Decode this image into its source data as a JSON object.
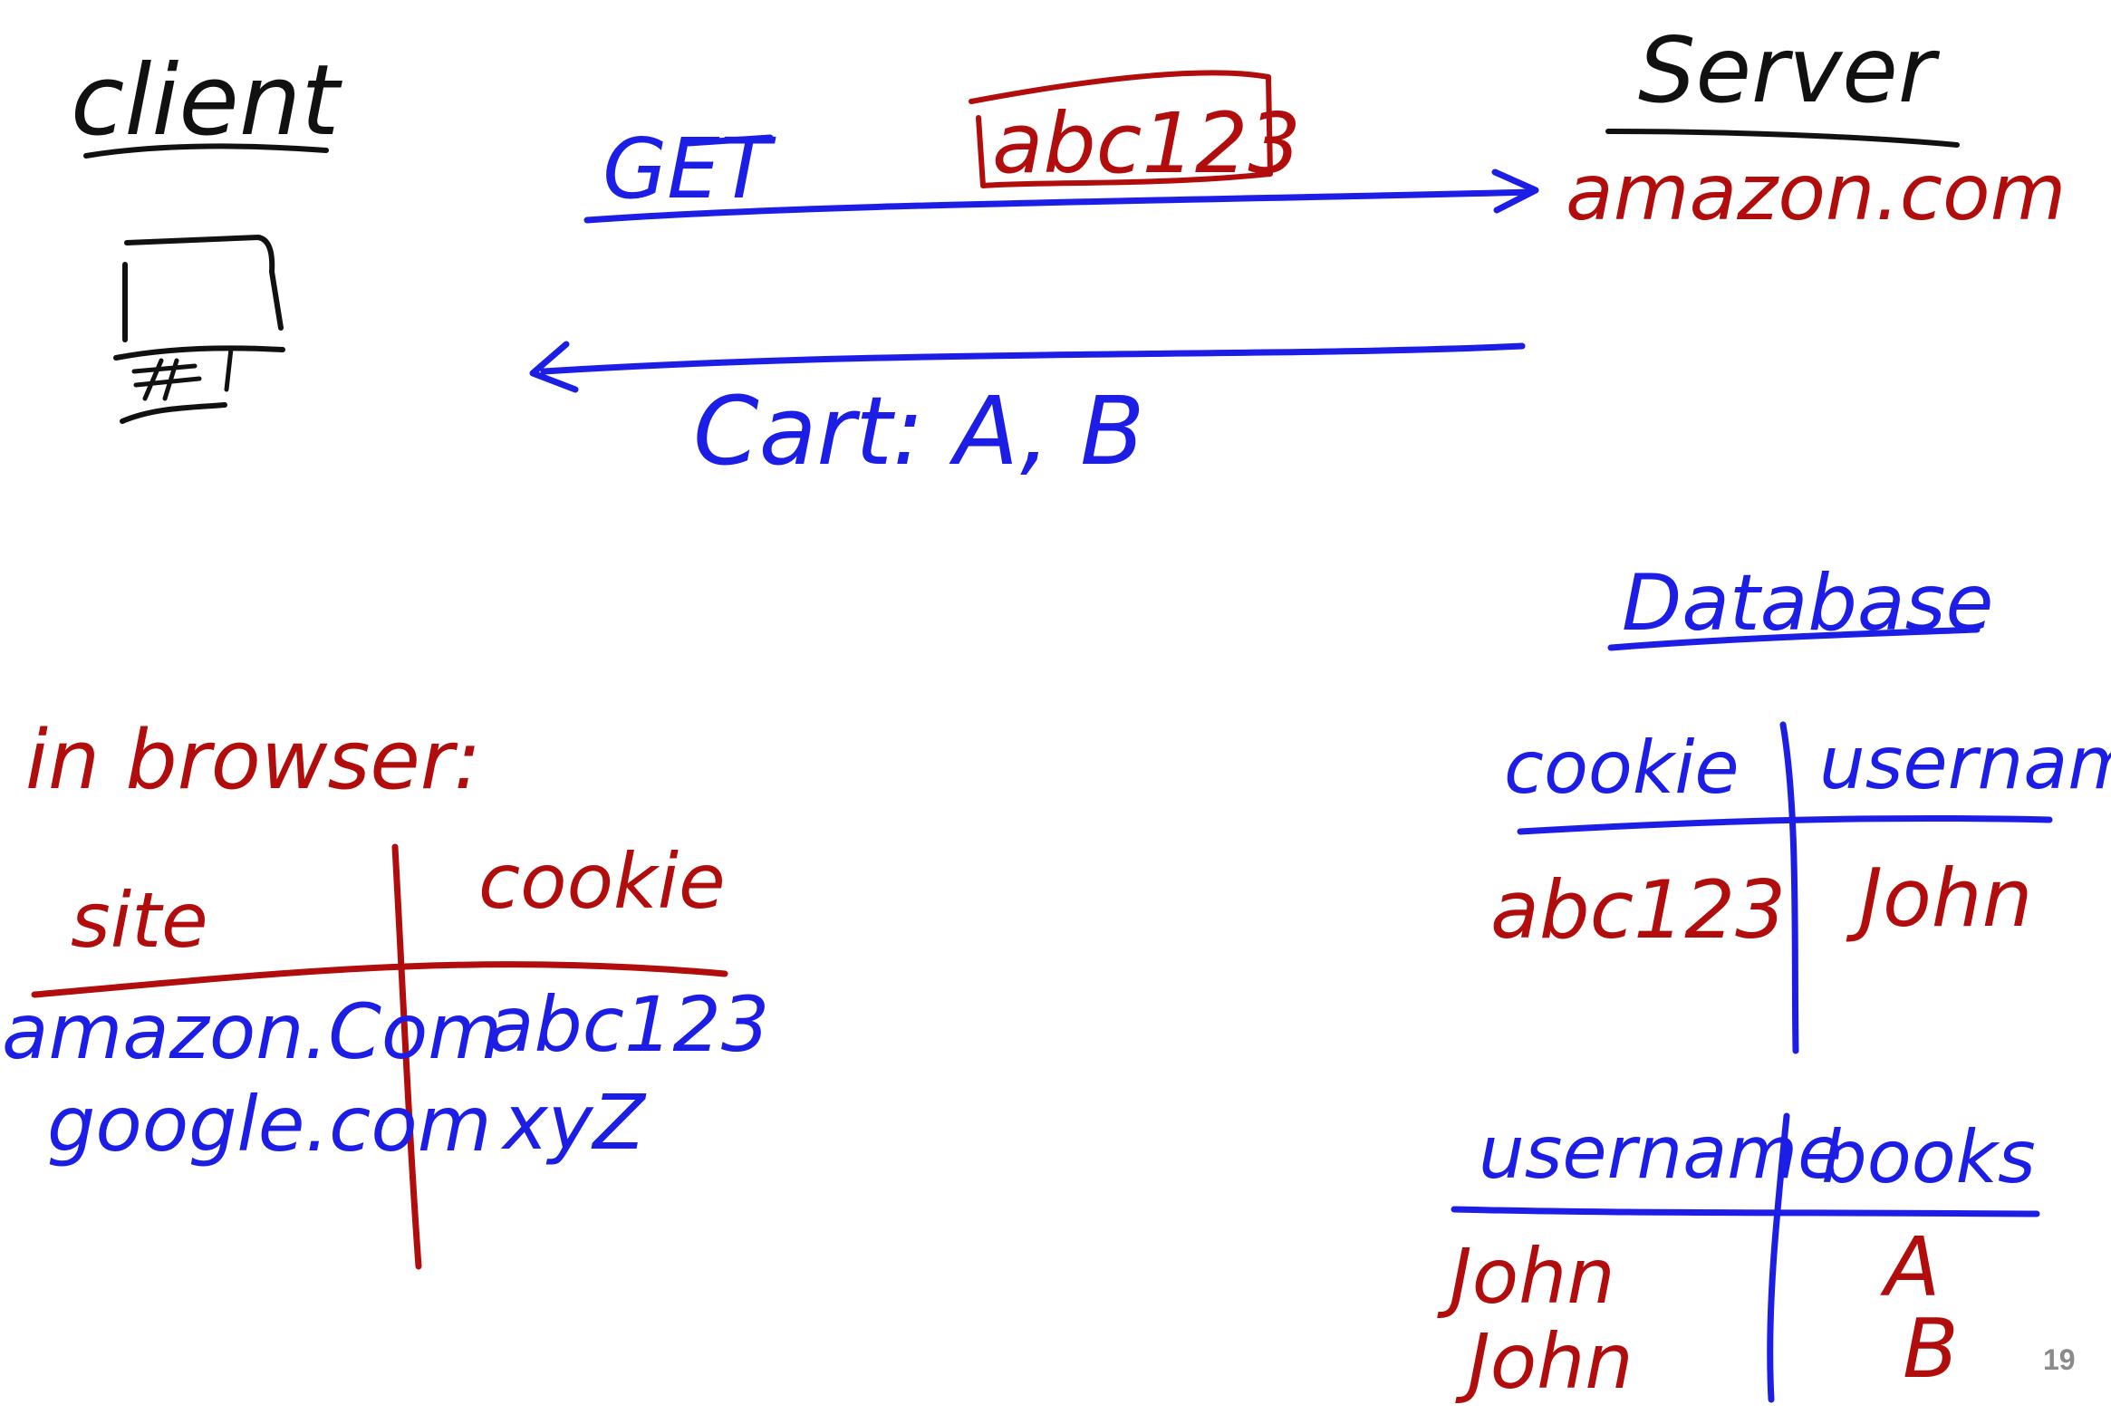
{
  "colors": {
    "black": "#111111",
    "blue": "#1c1ee6",
    "red": "#b20d0d",
    "page_number": "#8a8a8a"
  },
  "client": {
    "label": "client",
    "icon": "laptop-icon"
  },
  "server": {
    "label": "Server",
    "host": "amazon.com"
  },
  "request": {
    "method": "GET",
    "cookie": "abc123"
  },
  "response": {
    "body": "Cart: A, B"
  },
  "browser": {
    "heading": "in browser:",
    "columns": [
      "site",
      "cookie"
    ],
    "rows": [
      {
        "site": "amazon.Com",
        "cookie": "abc123"
      },
      {
        "site": "google.com",
        "cookie": "xyZ"
      }
    ]
  },
  "database": {
    "label": "Database",
    "cookies_table": {
      "columns": [
        "cookie",
        "username"
      ],
      "rows": [
        {
          "cookie": "abc123",
          "username": "John"
        }
      ]
    },
    "books_table": {
      "columns": [
        "username",
        "books"
      ],
      "rows": [
        {
          "username": "John",
          "books": "A"
        },
        {
          "username": "John",
          "books": "B"
        }
      ]
    }
  },
  "page_number": "19"
}
